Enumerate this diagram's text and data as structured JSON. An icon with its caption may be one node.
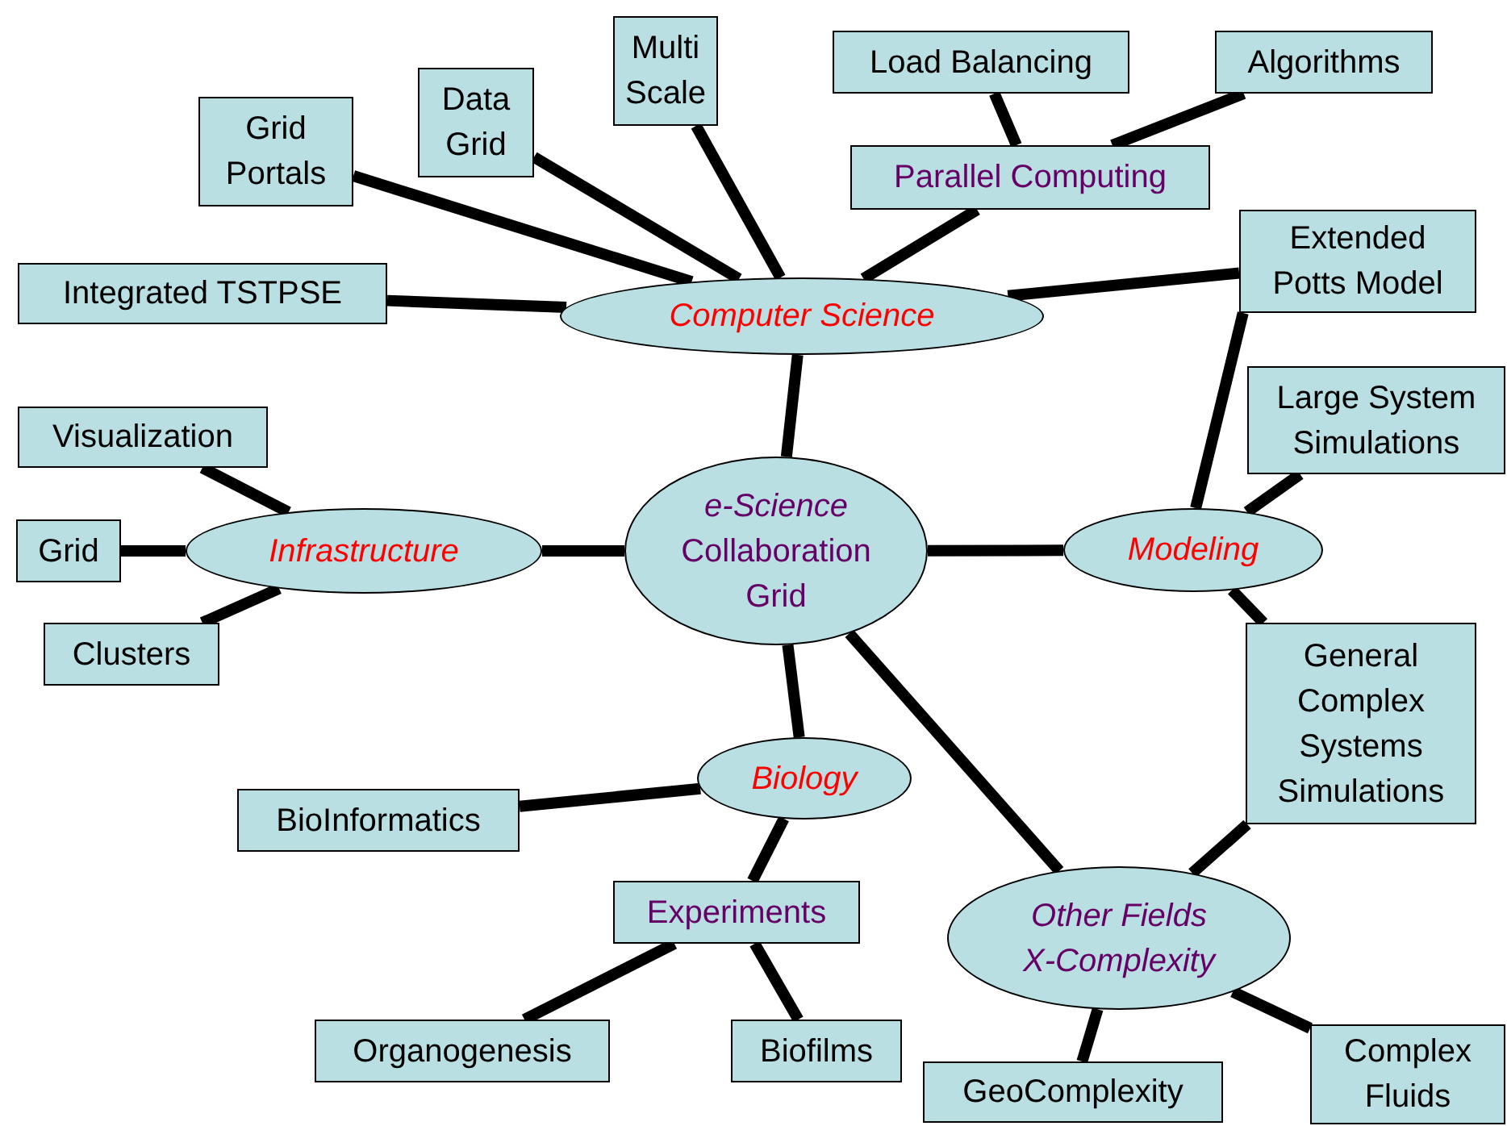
{
  "diagram": {
    "nodes": [
      {
        "text": [
          "*e-Science* Collaboration Grid"
        ]
      },
      {
        "text": [
          "Computer Science"
        ]
      },
      {
        "text": [
          "Integrated TSTPSE"
        ]
      },
      {
        "text": [
          "Grid Portals"
        ]
      },
      {
        "text": [
          "Data Grid"
        ]
      },
      {
        "text": [
          "Multi Scale"
        ]
      },
      {
        "text": [
          "Parallel Computing"
        ]
      },
      {
        "text": [
          "Load Balancing"
        ]
      },
      {
        "text": [
          "Algorithms"
        ]
      },
      {
        "text": [
          "Extended Potts Model"
        ]
      },
      {
        "text": [
          "Infrastructure"
        ]
      },
      {
        "text": [
          "Visualization"
        ]
      },
      {
        "text": [
          "Grid"
        ]
      },
      {
        "text": [
          "Clusters"
        ]
      },
      {
        "text": [
          "Modeling"
        ]
      },
      {
        "text": [
          "Large System Simulations"
        ]
      },
      {
        "text": [
          "General Complex Systems Simulations"
        ]
      },
      {
        "text": [
          "Biology"
        ]
      },
      {
        "text": [
          "BioInformatics"
        ]
      },
      {
        "text": [
          "Experiments"
        ]
      },
      {
        "text": [
          "Organogenesis"
        ]
      },
      {
        "text": [
          "Biofilms"
        ]
      },
      {
        "text": [
          "Other Fields X-Complexity"
        ]
      },
      {
        "text": [
          "GeoComplexity"
        ]
      },
      {
        "text": [
          "Complex Fluids"
        ]
      }
    ],
    "edges": [
      {
        "from": 0,
        "to": 1,
        "arrow": "none"
      },
      {
        "from": 1,
        "to": 2,
        "arrow": "none"
      },
      {
        "from": 1,
        "to": 3,
        "arrow": "none"
      },
      {
        "from": 1,
        "to": 4,
        "arrow": "none"
      },
      {
        "from": 1,
        "to": 5,
        "arrow": "none"
      },
      {
        "from": 1,
        "to": 6,
        "arrow": "none"
      },
      {
        "from": 6,
        "to": 7,
        "arrow": "none"
      },
      {
        "from": 6,
        "to": 8,
        "arrow": "none"
      },
      {
        "from": 1,
        "to": 9,
        "arrow": "none"
      },
      {
        "from": 9,
        "to": 14,
        "arrow": "none"
      },
      {
        "from": 0,
        "to": 10,
        "arrow": "none"
      },
      {
        "from": 10,
        "to": 11,
        "arrow": "none"
      },
      {
        "from": 10,
        "to": 12,
        "arrow": "none"
      },
      {
        "from": 10,
        "to": 13,
        "arrow": "none"
      },
      {
        "from": 0,
        "to": 14,
        "arrow": "none"
      },
      {
        "from": 14,
        "to": 15,
        "arrow": "none"
      },
      {
        "from": 14,
        "to": 16,
        "arrow": "none"
      },
      {
        "from": 0,
        "to": 17,
        "arrow": "none"
      },
      {
        "from": 17,
        "to": 18,
        "arrow": "none"
      },
      {
        "from": 17,
        "to": 19,
        "arrow": "none"
      },
      {
        "from": 19,
        "to": 20,
        "arrow": "none"
      },
      {
        "from": 19,
        "to": 21,
        "arrow": "none"
      },
      {
        "from": 0,
        "to": 22,
        "arrow": "none"
      },
      {
        "from": 16,
        "to": 22,
        "arrow": "none"
      },
      {
        "from": 22,
        "to": 23,
        "arrow": "none"
      },
      {
        "from": 22,
        "to": 24,
        "arrow": "none"
      }
    ]
  }
}
